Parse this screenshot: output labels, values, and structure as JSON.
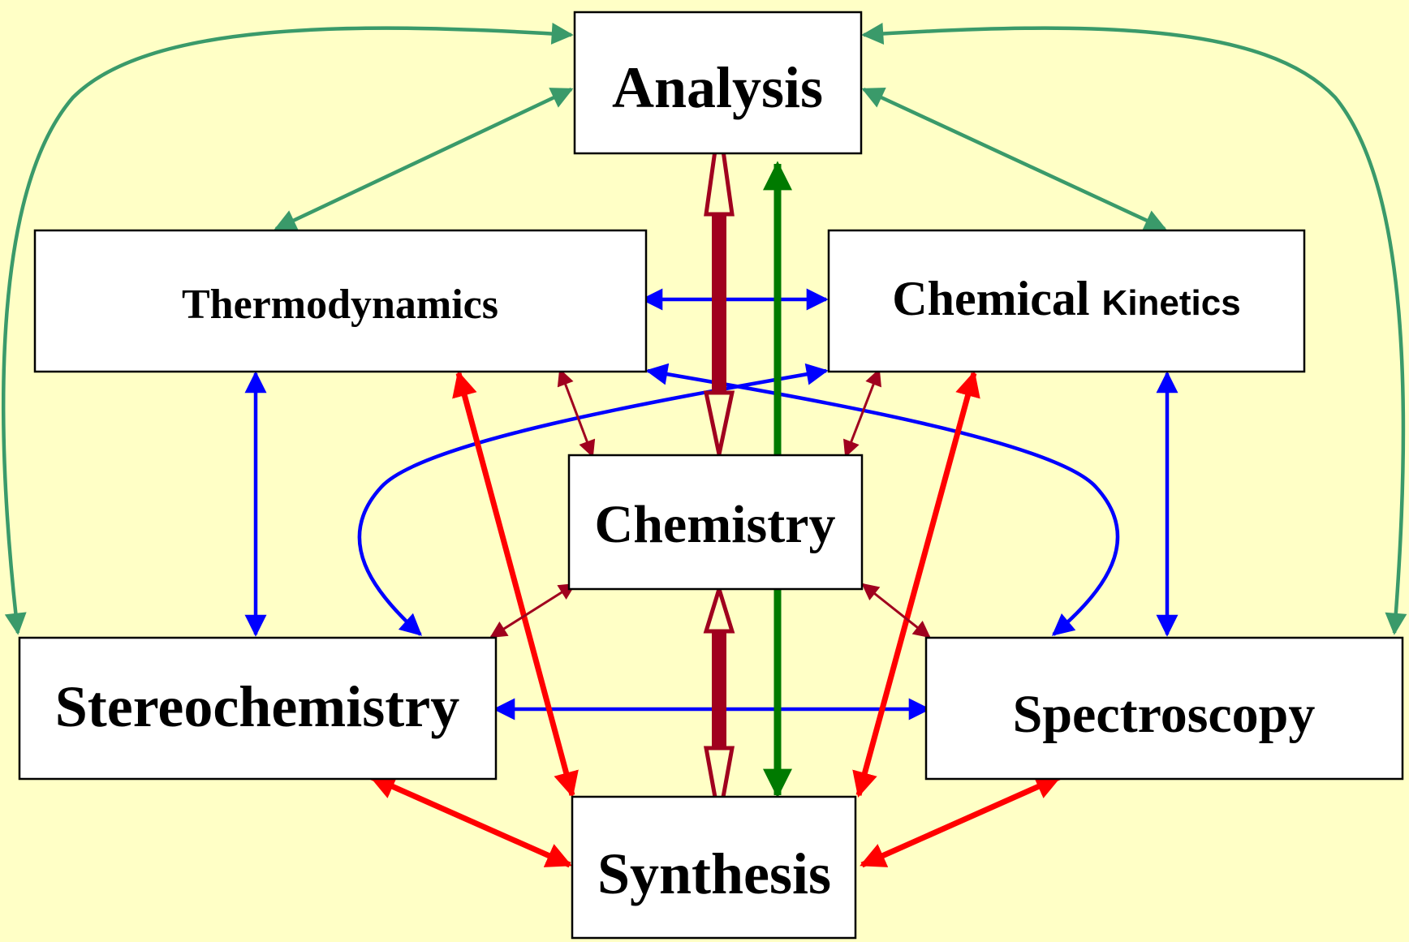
{
  "colors": {
    "background": "#ffffc6",
    "green": "#3a9a6a",
    "blue": "#0000ff",
    "red": "#ff0000",
    "darkred": "#a0001e",
    "darkgreen": "#007a00"
  },
  "nodes": {
    "analysis": {
      "label": "Analysis"
    },
    "thermodynamics": {
      "label": "Thermodynamics"
    },
    "chemical_kinetics": {
      "label_main": "Chemical",
      "label_secondary": "Kinetics"
    },
    "chemistry": {
      "label": "Chemistry"
    },
    "stereochemistry": {
      "label": "Stereochemistry"
    },
    "spectroscopy": {
      "label": "Spectroscopy"
    },
    "synthesis": {
      "label": "Synthesis"
    }
  },
  "connections": [
    {
      "from": "analysis",
      "to": "stereochemistry",
      "color": "green",
      "directed": "both"
    },
    {
      "from": "analysis",
      "to": "spectroscopy",
      "color": "green",
      "directed": "both"
    },
    {
      "from": "analysis",
      "to": "thermodynamics",
      "color": "green",
      "directed": "both"
    },
    {
      "from": "analysis",
      "to": "chemical_kinetics",
      "color": "green",
      "directed": "both"
    },
    {
      "from": "thermodynamics",
      "to": "chemical_kinetics",
      "color": "blue",
      "directed": "both"
    },
    {
      "from": "thermodynamics",
      "to": "stereochemistry",
      "color": "blue",
      "directed": "both"
    },
    {
      "from": "chemical_kinetics",
      "to": "spectroscopy",
      "color": "blue",
      "directed": "both"
    },
    {
      "from": "stereochemistry",
      "to": "spectroscopy",
      "color": "blue",
      "directed": "both"
    },
    {
      "from": "chemical_kinetics",
      "to": "stereochemistry",
      "color": "blue",
      "directed": "both"
    },
    {
      "from": "thermodynamics",
      "to": "spectroscopy",
      "color": "blue",
      "directed": "both"
    },
    {
      "from": "chemistry",
      "to": "analysis",
      "color": "darkred",
      "directed": "both"
    },
    {
      "from": "chemistry",
      "to": "synthesis",
      "color": "darkred",
      "directed": "both"
    },
    {
      "from": "synthesis",
      "to": "analysis",
      "color": "darkgreen",
      "directed": "both"
    },
    {
      "from": "chemistry",
      "to": "thermodynamics",
      "color": "darkred",
      "directed": "both"
    },
    {
      "from": "chemistry",
      "to": "chemical_kinetics",
      "color": "darkred",
      "directed": "both"
    },
    {
      "from": "chemistry",
      "to": "stereochemistry",
      "color": "darkred",
      "directed": "both"
    },
    {
      "from": "chemistry",
      "to": "spectroscopy",
      "color": "darkred",
      "directed": "both"
    },
    {
      "from": "thermodynamics",
      "to": "synthesis",
      "color": "red",
      "directed": "both"
    },
    {
      "from": "chemical_kinetics",
      "to": "synthesis",
      "color": "red",
      "directed": "both"
    },
    {
      "from": "stereochemistry",
      "to": "synthesis",
      "color": "red",
      "directed": "both"
    },
    {
      "from": "spectroscopy",
      "to": "synthesis",
      "color": "red",
      "directed": "both"
    }
  ]
}
